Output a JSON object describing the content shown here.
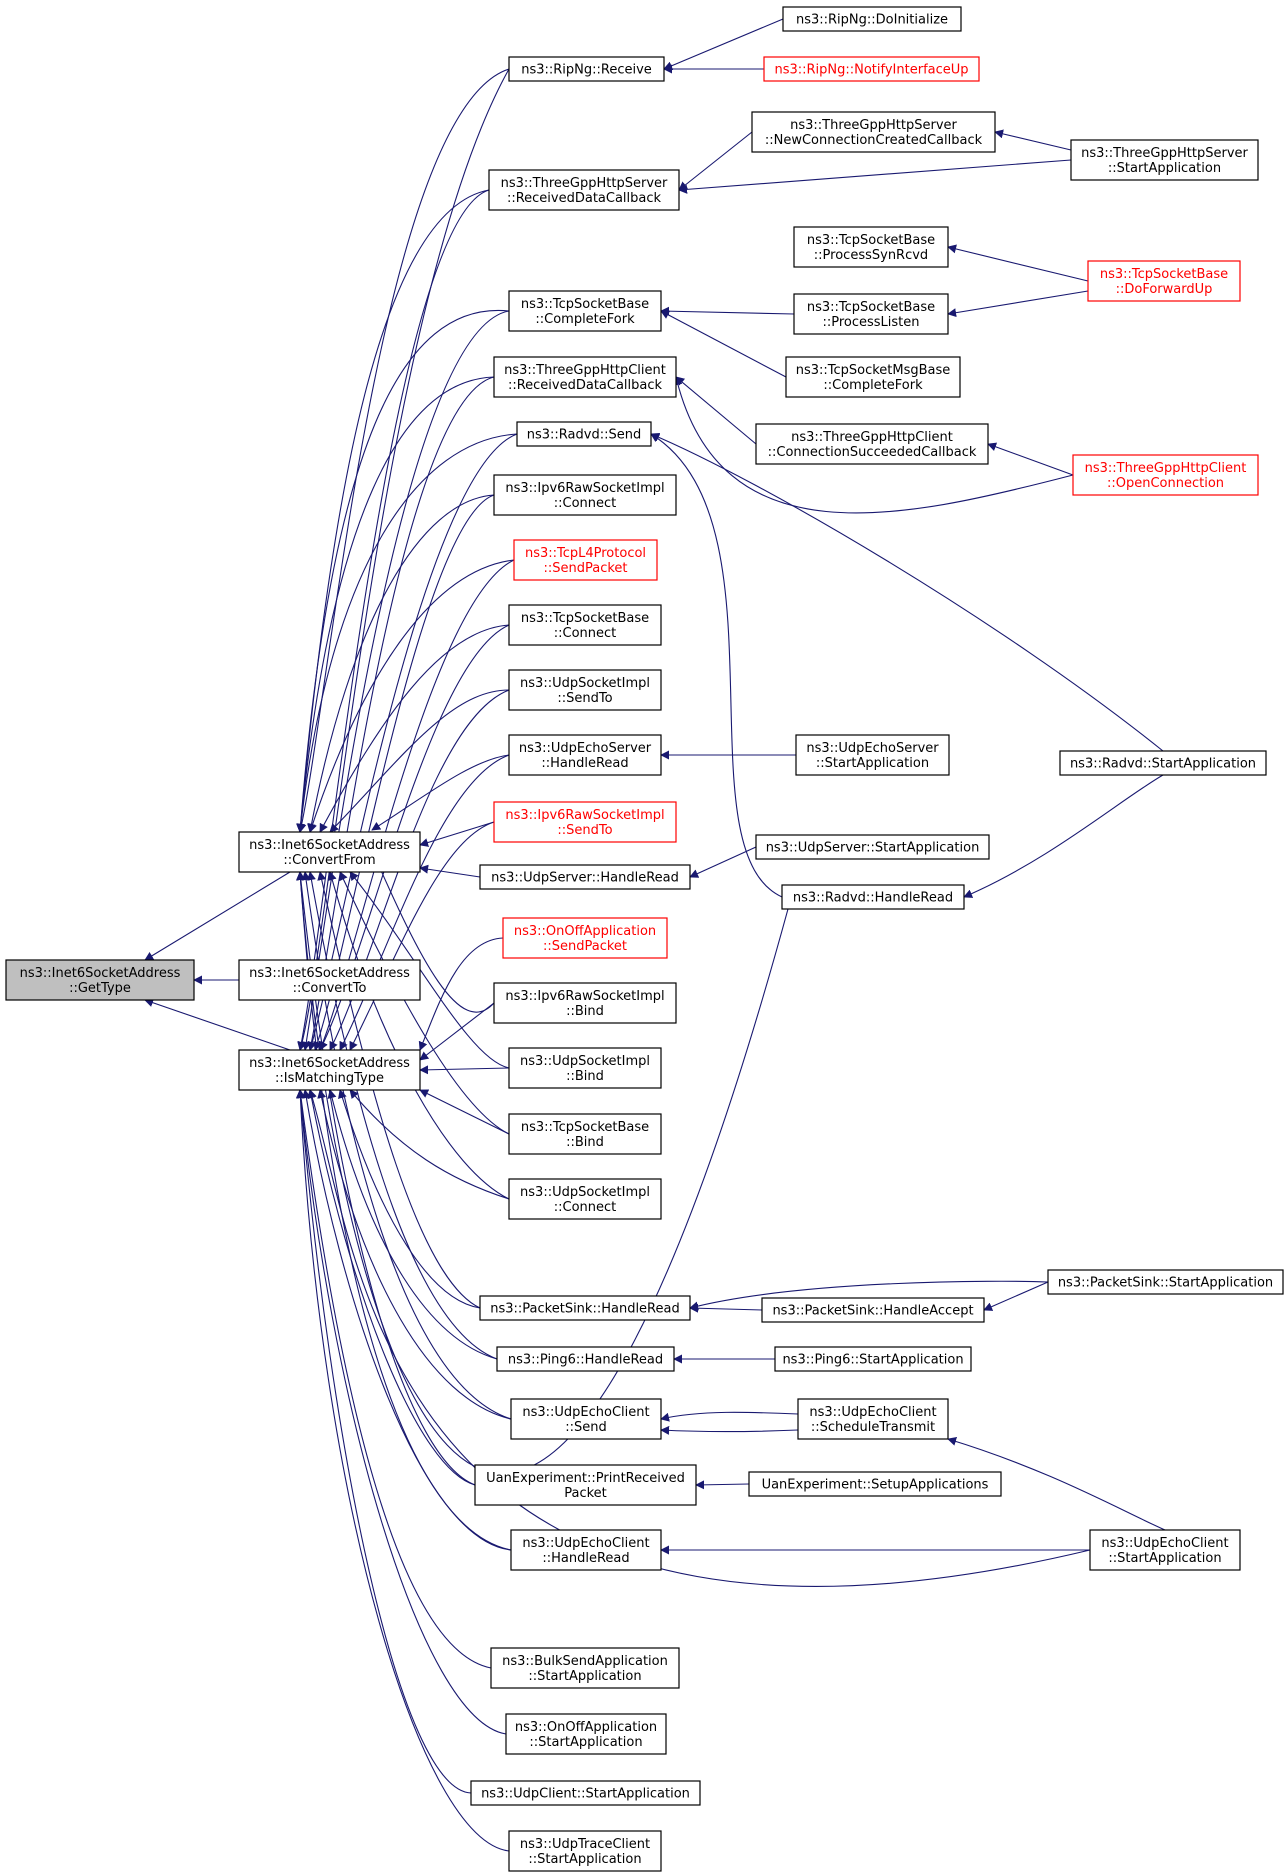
{
  "colors": {
    "edge": "#191970",
    "link_text": "#000000",
    "external_text": "#ff0000",
    "root_fill": "#bfbfbf"
  },
  "nodes": [
    {
      "id": "gettype",
      "lines": [
        "ns3::Inet6SocketAddress",
        "::GetType"
      ],
      "root": true
    },
    {
      "id": "convertfrom",
      "lines": [
        "ns3::Inet6SocketAddress",
        "::ConvertFrom"
      ]
    },
    {
      "id": "convertto",
      "lines": [
        "ns3::Inet6SocketAddress",
        "::ConvertTo"
      ]
    },
    {
      "id": "ismatching",
      "lines": [
        "ns3::Inet6SocketAddress",
        "::IsMatchingType"
      ]
    },
    {
      "id": "ripngrecv",
      "lines": [
        "ns3::RipNg::Receive"
      ]
    },
    {
      "id": "ripnginit",
      "lines": [
        "ns3::RipNg::DoInitialize"
      ]
    },
    {
      "id": "ripngnotify",
      "lines": [
        "ns3::RipNg::NotifyInterfaceUp"
      ],
      "external": true
    },
    {
      "id": "httpsrvrecv",
      "lines": [
        "ns3::ThreeGppHttpServer",
        "::ReceivedDataCallback"
      ]
    },
    {
      "id": "httpsrvnew",
      "lines": [
        "ns3::ThreeGppHttpServer",
        "::NewConnectionCreatedCallback"
      ]
    },
    {
      "id": "httpsrvstart",
      "lines": [
        "ns3::ThreeGppHttpServer",
        "::StartApplication"
      ]
    },
    {
      "id": "tcpsynrcvd",
      "lines": [
        "ns3::TcpSocketBase",
        "::ProcessSynRcvd"
      ]
    },
    {
      "id": "tcpfwdup",
      "lines": [
        "ns3::TcpSocketBase",
        "::DoForwardUp"
      ],
      "external": true
    },
    {
      "id": "tcpcomplete",
      "lines": [
        "ns3::TcpSocketBase",
        "::CompleteFork"
      ]
    },
    {
      "id": "tcplisten",
      "lines": [
        "ns3::TcpSocketBase",
        "::ProcessListen"
      ]
    },
    {
      "id": "tcpmsgcomplete",
      "lines": [
        "ns3::TcpSocketMsgBase",
        "::CompleteFork"
      ]
    },
    {
      "id": "httpclirecv",
      "lines": [
        "ns3::ThreeGppHttpClient",
        "::ReceivedDataCallback"
      ]
    },
    {
      "id": "httpcliconn",
      "lines": [
        "ns3::ThreeGppHttpClient",
        "::ConnectionSucceededCallback"
      ]
    },
    {
      "id": "httpcliopen",
      "lines": [
        "ns3::ThreeGppHttpClient",
        "::OpenConnection"
      ],
      "external": true
    },
    {
      "id": "radvdsend",
      "lines": [
        "ns3::Radvd::Send"
      ]
    },
    {
      "id": "ipv6rawconn",
      "lines": [
        "ns3::Ipv6RawSocketImpl",
        "::Connect"
      ]
    },
    {
      "id": "tcpl4send",
      "lines": [
        "ns3::TcpL4Protocol",
        "::SendPacket"
      ],
      "external": true
    },
    {
      "id": "tcpconnect",
      "lines": [
        "ns3::TcpSocketBase",
        "::Connect"
      ]
    },
    {
      "id": "udpsendto",
      "lines": [
        "ns3::UdpSocketImpl",
        "::SendTo"
      ]
    },
    {
      "id": "echosrvread",
      "lines": [
        "ns3::UdpEchoServer",
        "::HandleRead"
      ]
    },
    {
      "id": "echosrvstart",
      "lines": [
        "ns3::UdpEchoServer",
        "::StartApplication"
      ]
    },
    {
      "id": "radvdstart",
      "lines": [
        "ns3::Radvd::StartApplication"
      ]
    },
    {
      "id": "ipv6rawsendto",
      "lines": [
        "ns3::Ipv6RawSocketImpl",
        "::SendTo"
      ],
      "external": true
    },
    {
      "id": "udpsrvstart",
      "lines": [
        "ns3::UdpServer::StartApplication"
      ]
    },
    {
      "id": "udpsrvread",
      "lines": [
        "ns3::UdpServer::HandleRead"
      ]
    },
    {
      "id": "radvdread",
      "lines": [
        "ns3::Radvd::HandleRead"
      ]
    },
    {
      "id": "onoffsend",
      "lines": [
        "ns3::OnOffApplication",
        "::SendPacket"
      ],
      "external": true
    },
    {
      "id": "ipv6rawbind",
      "lines": [
        "ns3::Ipv6RawSocketImpl",
        "::Bind"
      ]
    },
    {
      "id": "udpbind",
      "lines": [
        "ns3::UdpSocketImpl",
        "::Bind"
      ]
    },
    {
      "id": "tcpbind",
      "lines": [
        "ns3::TcpSocketBase",
        "::Bind"
      ]
    },
    {
      "id": "udpconnect",
      "lines": [
        "ns3::UdpSocketImpl",
        "::Connect"
      ]
    },
    {
      "id": "sinkstart",
      "lines": [
        "ns3::PacketSink::StartApplication"
      ]
    },
    {
      "id": "sinkread",
      "lines": [
        "ns3::PacketSink::HandleRead"
      ]
    },
    {
      "id": "sinkaccept",
      "lines": [
        "ns3::PacketSink::HandleAccept"
      ]
    },
    {
      "id": "ping6read",
      "lines": [
        "ns3::Ping6::HandleRead"
      ]
    },
    {
      "id": "ping6start",
      "lines": [
        "ns3::Ping6::StartApplication"
      ]
    },
    {
      "id": "echoclisend",
      "lines": [
        "ns3::UdpEchoClient",
        "::Send"
      ]
    },
    {
      "id": "echoclisched",
      "lines": [
        "ns3::UdpEchoClient",
        "::ScheduleTransmit"
      ]
    },
    {
      "id": "uanprint",
      "lines": [
        "UanExperiment::PrintReceived",
        "Packet"
      ]
    },
    {
      "id": "uansetup",
      "lines": [
        "UanExperiment::SetupApplications"
      ]
    },
    {
      "id": "echocliread",
      "lines": [
        "ns3::UdpEchoClient",
        "::HandleRead"
      ]
    },
    {
      "id": "echoclistart",
      "lines": [
        "ns3::UdpEchoClient",
        "::StartApplication"
      ]
    },
    {
      "id": "bulkstart",
      "lines": [
        "ns3::BulkSendApplication",
        "::StartApplication"
      ]
    },
    {
      "id": "onoffstart",
      "lines": [
        "ns3::OnOffApplication",
        "::StartApplication"
      ]
    },
    {
      "id": "udpclistart",
      "lines": [
        "ns3::UdpClient::StartApplication"
      ]
    },
    {
      "id": "udptracestart",
      "lines": [
        "ns3::UdpTraceClient",
        "::StartApplication"
      ]
    }
  ]
}
